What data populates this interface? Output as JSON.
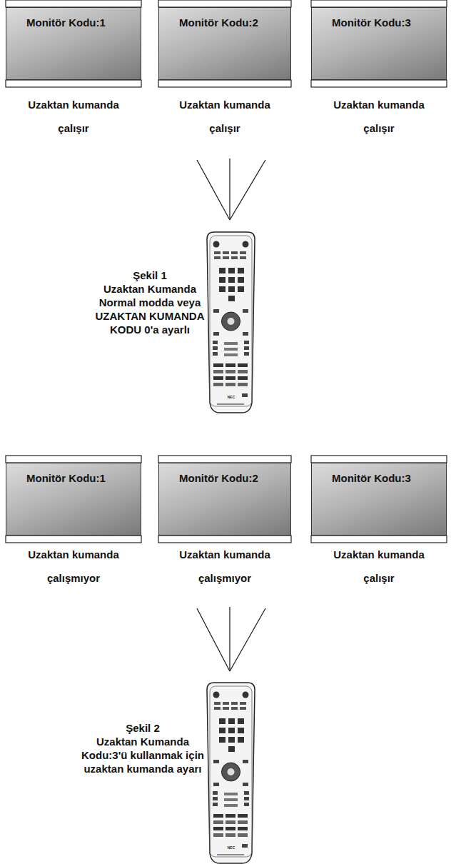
{
  "diagram": {
    "nodes": [
      {
        "text": [
          "Monitör Kodu:1"
        ]
      },
      {
        "text": [
          "Monitör Kodu:2"
        ]
      },
      {
        "text": [
          "Monitör Kodu:3"
        ]
      },
      {
        "text": [
          "Monitör Kodu:1"
        ]
      },
      {
        "text": [
          "Monitör Kodu:2"
        ]
      },
      {
        "text": [
          "Monitör Kodu:3"
        ]
      }
    ],
    "labels": [
      "Uzaktan kumanda çalışır",
      "Uzaktan kumanda çalışır",
      "Uzaktan kumanda çalışır",
      "Şekil 1",
      "Uzaktan Kumanda Normal modda veya UZAKTAN KUMANDA KODU 0'a ayarlı",
      "NEC",
      "Uzaktan kumanda çalışmıyor",
      "Uzaktan kumanda çalışmıyor",
      "Uzaktan kumanda çalışır",
      "Şekil 2",
      "Uzaktan Kumanda Kodu:3'ü kullanmak için uzaktan kumanda ayarı",
      "NEC"
    ]
  }
}
